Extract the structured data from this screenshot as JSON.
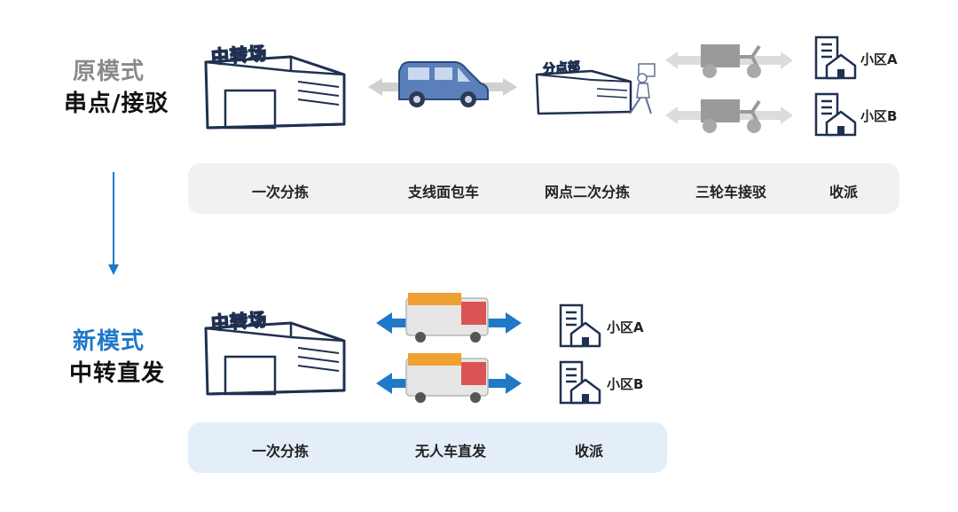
{
  "colors": {
    "accent_blue": "#1f78c8",
    "old_bar_bg": "#f1f1f1",
    "new_bar_bg": "#e3eef8",
    "warehouse_stroke": "#1f3050",
    "gray_arrow": "#d0d0d0",
    "old_label": "#8a8a8a"
  },
  "old_mode": {
    "name": "原模式",
    "desc": "串点/接驳",
    "warehouse_title": "中转场",
    "station_title": "分点部",
    "communities": [
      "小区A",
      "小区B"
    ],
    "stages": [
      "一次分拣",
      "支线面包车",
      "网点二次分拣",
      "三轮车接驳",
      "收派"
    ]
  },
  "new_mode": {
    "name": "新模式",
    "desc": "中转直发",
    "warehouse_title": "中转场",
    "communities": [
      "小区A",
      "小区B"
    ],
    "stages": [
      "一次分拣",
      "无人车直发",
      "收派"
    ]
  }
}
